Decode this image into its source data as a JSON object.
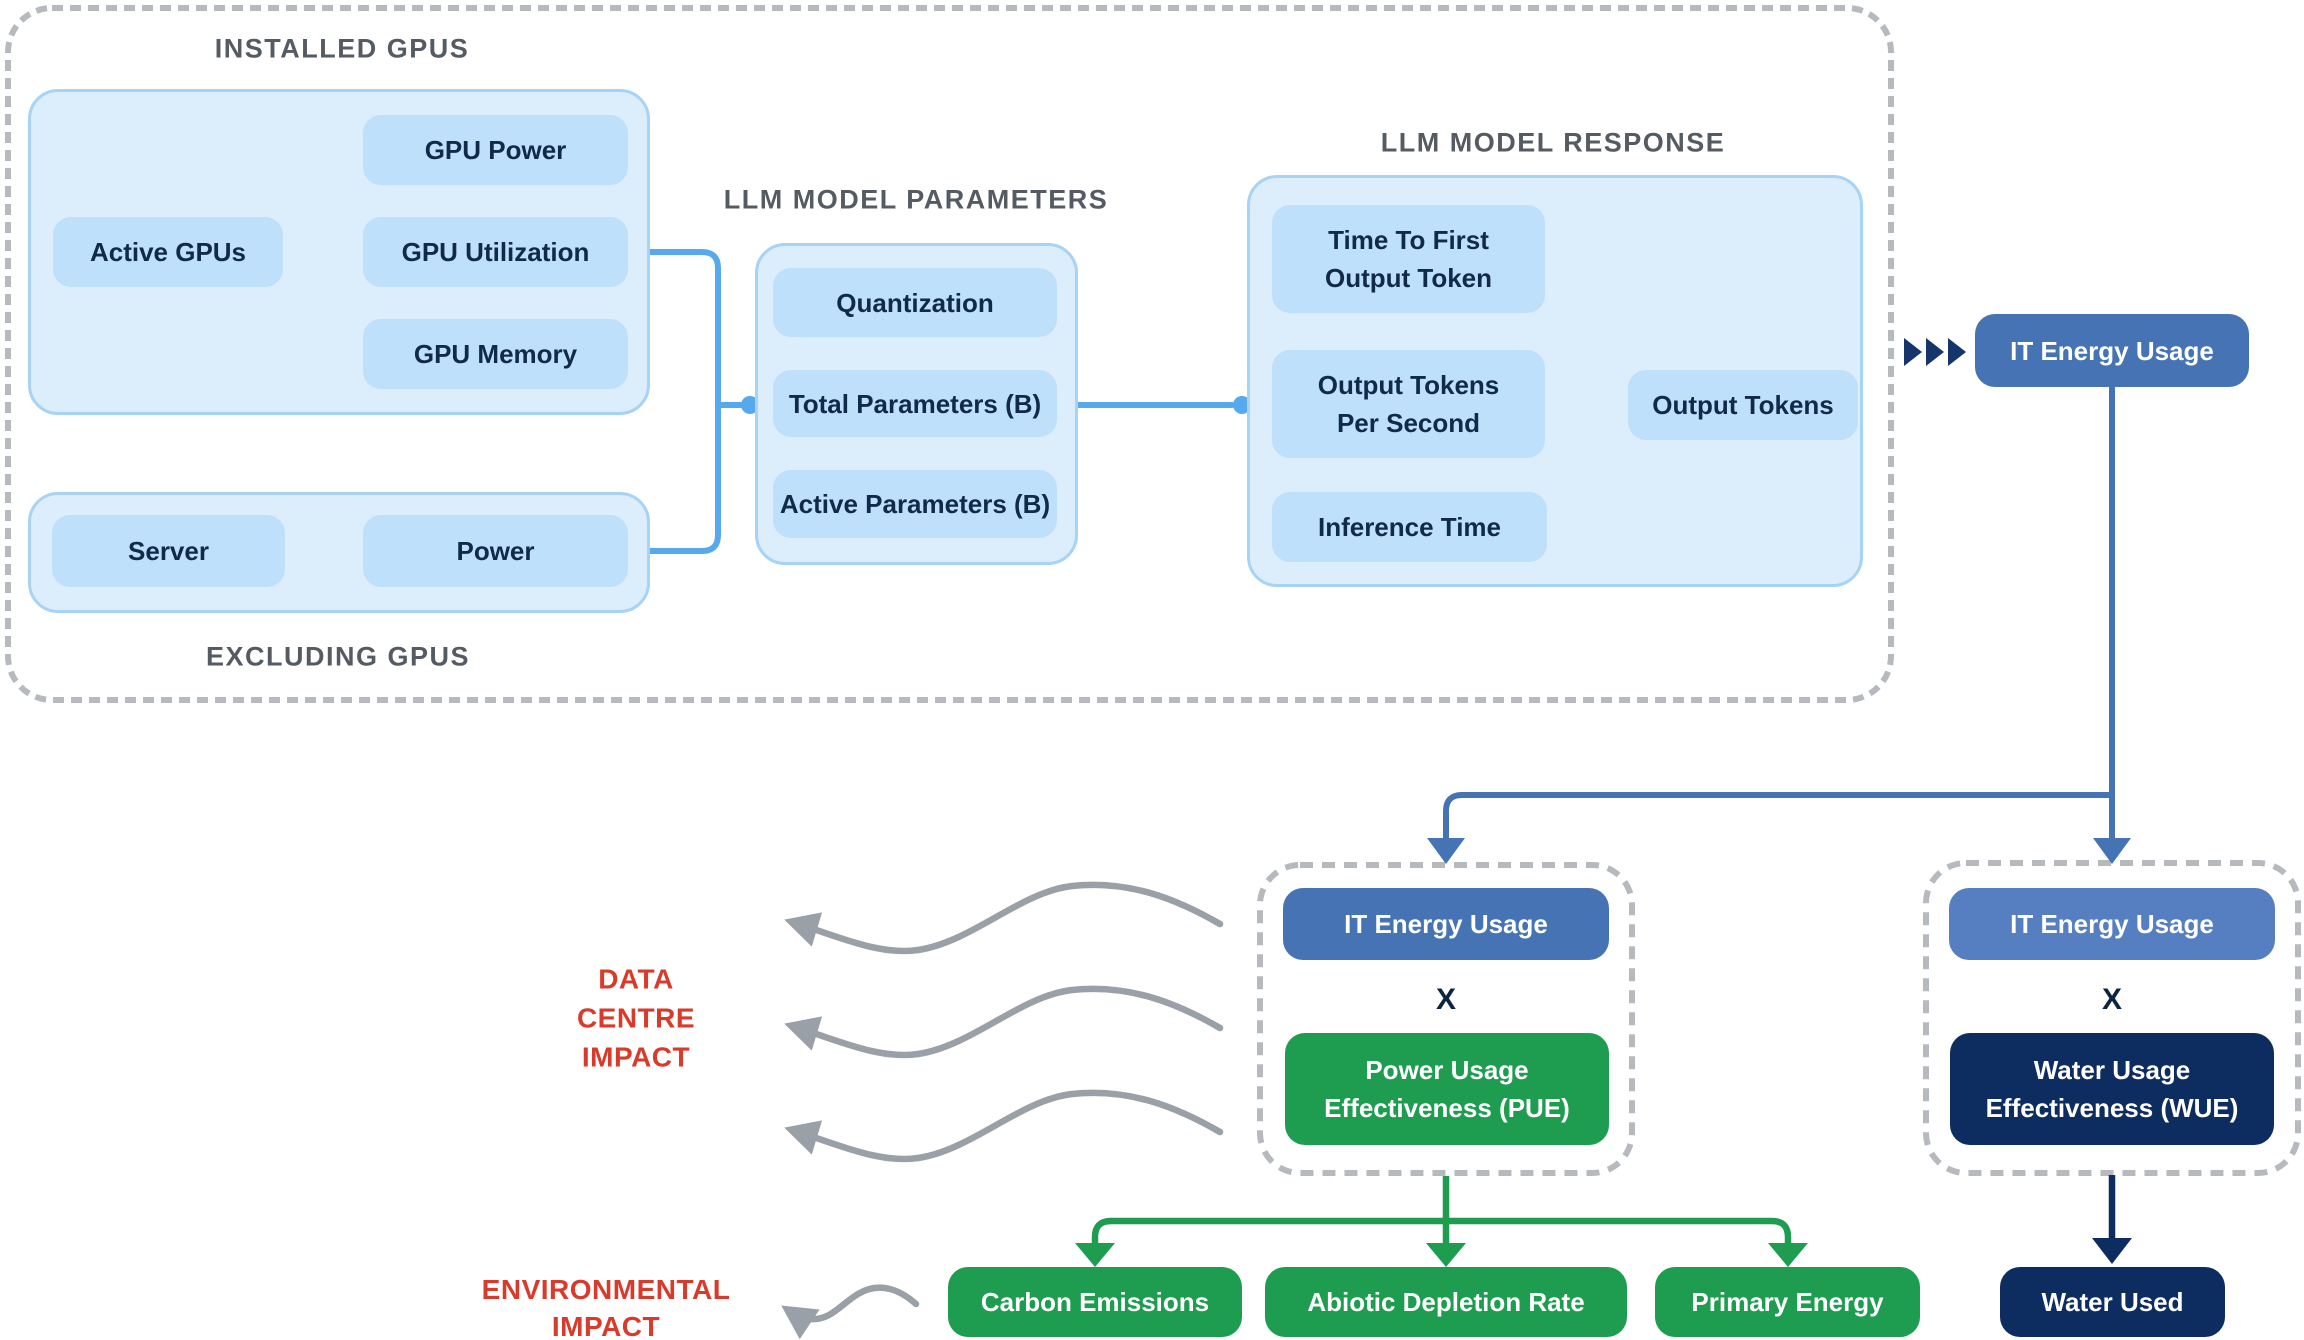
{
  "sections": {
    "installed_gpus": {
      "label": "INSTALLED GPUS"
    },
    "excluding_gpus": {
      "label": "EXCLUDING GPUS"
    },
    "llm_model_parameters": {
      "label": "LLM MODEL PARAMETERS"
    },
    "llm_model_response": {
      "label": "LLM MODEL RESPONSE"
    }
  },
  "nodes": {
    "active_gpus": "Active GPUs",
    "gpu_power": "GPU Power",
    "gpu_utilization": "GPU Utilization",
    "gpu_memory": "GPU Memory",
    "server": "Server",
    "power": "Power",
    "quantization": "Quantization",
    "total_parameters": "Total Parameters (B)",
    "active_parameters": "Active Parameters (B)",
    "ttft_line1": "Time To First",
    "ttft_line2": "Output Token",
    "otps_line1": "Output Tokens",
    "otps_line2": "Per Second",
    "inference_time": "Inference Time",
    "output_tokens": "Output Tokens"
  },
  "energy": {
    "it_energy_usage": "IT Energy Usage",
    "multiply": "X",
    "pue_line1": "Power Usage",
    "pue_line2": "Effectiveness (PUE)",
    "wue_line1": "Water Usage",
    "wue_line2": "Effectiveness (WUE)"
  },
  "impact": {
    "data_centre_line1": "DATA",
    "data_centre_line2": "CENTRE",
    "data_centre_line3": "IMPACT",
    "environmental_line1": "ENVIRONMENTAL",
    "environmental_line2": "IMPACT",
    "carbon_emissions": "Carbon Emissions",
    "abiotic_depletion_rate": "Abiotic Depletion Rate",
    "primary_energy": "Primary Energy",
    "water_used": "Water Used"
  },
  "icons": {
    "fast_forward": "fast-forward-triple-arrow"
  },
  "colors": {
    "connector_blue": "#55A9EC",
    "flow_blue": "#4573B3",
    "it_blue": "#4573B3",
    "it_blue_light": "#567FC1",
    "green": "#1E9C50",
    "navy": "#0D2C5F",
    "fast_forward_navy": "#16356B",
    "red": "#D83B2B",
    "container_fill": "#DCEDFC",
    "container_border": "#A6D3F6",
    "box_fill": "#BEE0FA",
    "text_navy": "#11294B",
    "label_gray": "#555B63",
    "dash_gray": "#B6BABF",
    "wavy_gray": "#9AA0A8"
  }
}
